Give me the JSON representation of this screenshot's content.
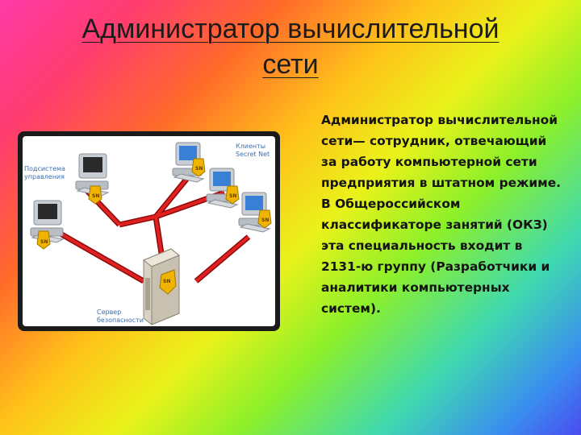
{
  "slide": {
    "title_line1": "Администратор вычислительной",
    "title_line2": "сети",
    "body_text": "Администратор вычислительной сети— сотрудник, отвечающий за работу компьютерной сети предприятия в штатном режиме. В Общероссийском классификаторе занятий (ОКЗ) эта специальность входит в 2131-ю группу (Разработчики и аналитики компьютерных систем)."
  },
  "diagram": {
    "label_clients_1": "Клиенты",
    "label_clients_2": "Secret Net",
    "label_mgmt_1": "Подсистема",
    "label_mgmt_2": "управления",
    "label_server_1": "Сервер",
    "label_server_2": "безопасности",
    "badge_text": "SN"
  },
  "colors": {
    "arrow": "#d41818",
    "arrow_edge": "#8a0a0a",
    "monitor": "#c9ced4",
    "screen_client": "#3a7fd6",
    "screen_mgmt": "#2a2a2a",
    "shield": "#f0b400"
  }
}
